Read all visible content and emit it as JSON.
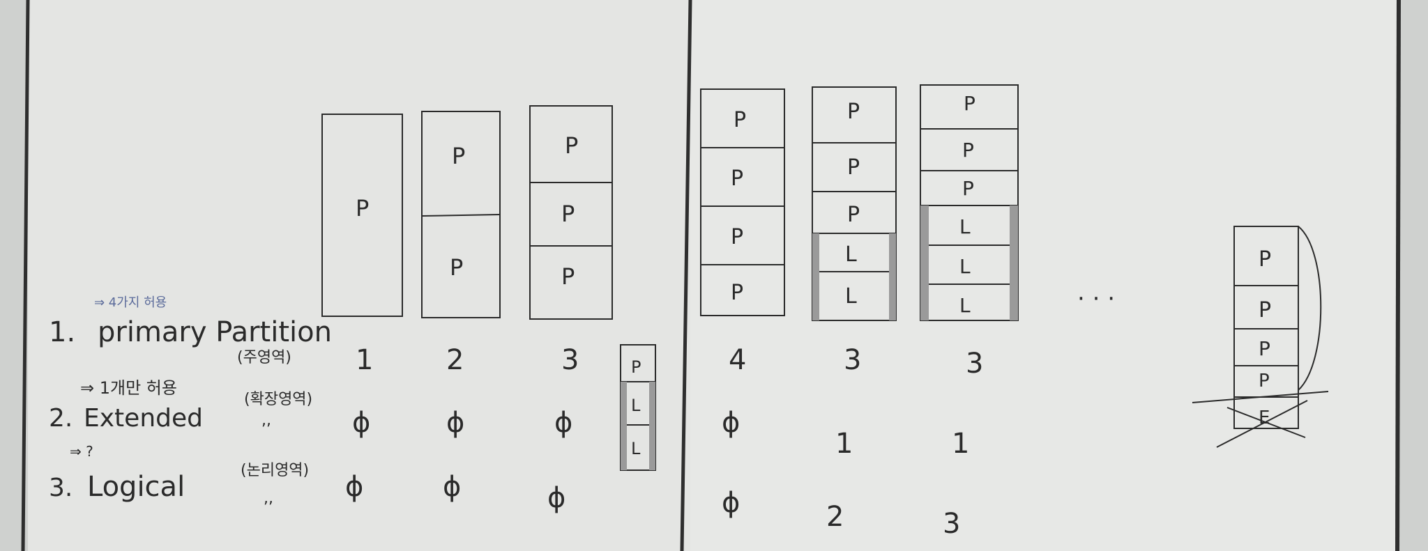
{
  "notes": {
    "top_note": "⇒ 4가지 허용",
    "labels": [
      {
        "num": "1.",
        "name": "primary Partition",
        "korean": "(주영역)"
      },
      {
        "num": "2.",
        "name": "Extended",
        "korean": "(확장영역)"
      },
      {
        "num": "3.",
        "name": "Logical",
        "korean": "(논리영역)"
      }
    ],
    "ditto": ",,",
    "extended_note": "⇒ 1개만 허용",
    "logical_note": "⇒ ?",
    "ellipsis": "· · ·"
  },
  "partition_letters": {
    "primary": "P",
    "logical": "L",
    "extended": "E"
  },
  "configurations": [
    {
      "primary": "1",
      "extended": "ϕ",
      "logical": "ϕ"
    },
    {
      "primary": "2",
      "extended": "ϕ",
      "logical": "ϕ"
    },
    {
      "primary": "3",
      "extended": "ϕ",
      "logical": "ϕ"
    },
    {
      "primary": "4",
      "extended": "ϕ",
      "logical": "ϕ"
    },
    {
      "primary": "3",
      "extended": "1",
      "logical": "2"
    },
    {
      "primary": "3",
      "extended": "1",
      "logical": "3"
    }
  ],
  "colors": {
    "board": "#e6e7e5",
    "ink": "#2a2a2a",
    "frame": "#2e2e2e",
    "blue_ink": "#5a6a9a"
  }
}
